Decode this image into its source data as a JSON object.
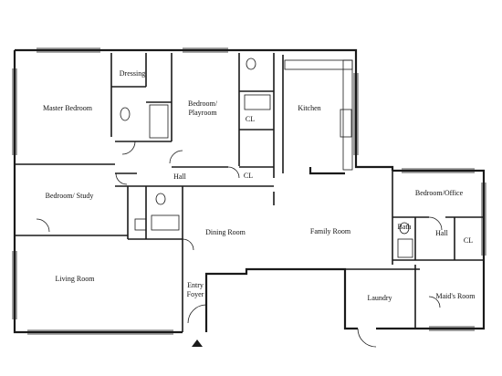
{
  "rooms": {
    "master_bedroom": "Master Bedroom",
    "dressing": "Dressing",
    "bedroom_playroom_1": "Bedroom/",
    "bedroom_playroom_2": "Playroom",
    "cl_1": "CL",
    "kitchen": "Kitchen",
    "hall_1": "Hall",
    "cl_2": "CL",
    "bedroom_study": "Bedroom/ Study",
    "dining_room": "Dining Room",
    "family_room": "Family Room",
    "bedroom_office": "Bedroom/Office",
    "bath": "Bath",
    "hall_2": "Hall",
    "cl_3": "CL",
    "living_room": "Living Room",
    "entry_1": "Entry",
    "entry_2": "Foyer",
    "laundry": "Laundry",
    "maids_room": "Maid's Room"
  },
  "colors": {
    "wall": "#1a1a1a",
    "background": "#ffffff"
  },
  "icons": [
    "door-swing-icon",
    "window-icon",
    "toilet-icon",
    "bathtub-icon",
    "sink-icon",
    "entry-arrow-icon"
  ]
}
